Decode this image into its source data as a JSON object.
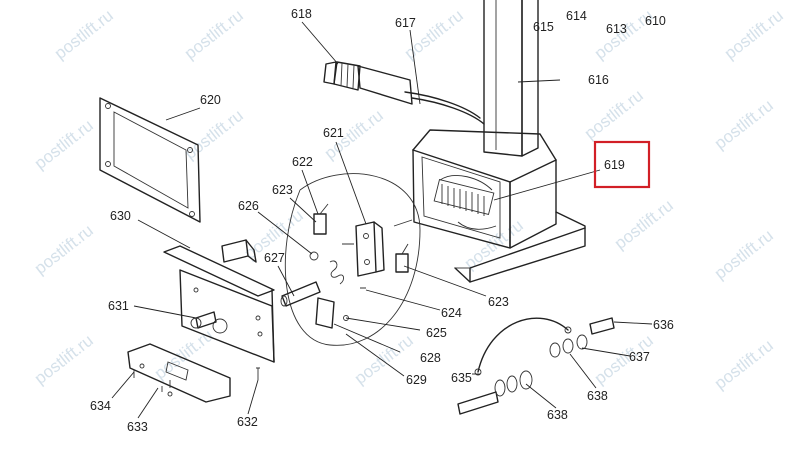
{
  "watermark": "postlift.ru",
  "highlight_color": "#d21f26",
  "labels": {
    "p610": "610",
    "p613": "613",
    "p614": "614",
    "p615": "615",
    "p616": "616",
    "p617": "617",
    "p618": "618",
    "p619": "619",
    "p620": "620",
    "p621": "621",
    "p622": "622",
    "p623a": "623",
    "p623b": "623",
    "p624": "624",
    "p625": "625",
    "p626": "626",
    "p627": "627",
    "p628": "628",
    "p629": "629",
    "p630": "630",
    "p631": "631",
    "p632": "632",
    "p633": "633",
    "p634": "634",
    "p635": "635",
    "p636": "636",
    "p637": "637",
    "p638a": "638",
    "p638b": "638"
  }
}
